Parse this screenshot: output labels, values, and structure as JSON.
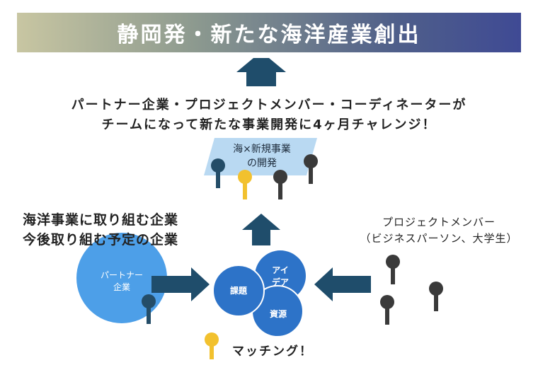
{
  "banner": {
    "title": "静岡発・新たな海洋産業創出"
  },
  "caption": {
    "line1": "パートナー企業・プロジェクトメンバー・コーディネーターが",
    "line2": "チームになって新たな事業開発に4ヶ月チャレンジ！"
  },
  "goal": {
    "line1": "海×新規事業",
    "line2": "の開発"
  },
  "companies": {
    "line1": "海洋事業に取り組む企業",
    "line2": "今後取り組む予定の企業"
  },
  "partner": {
    "line1": "パートナー",
    "line2": "企業"
  },
  "members": {
    "line1": "プロジェクトメンバー",
    "line2": "（ビジネスパーソン、大学生）"
  },
  "circles": {
    "issue": "課題",
    "idea_line1": "アイ",
    "idea_line2": "デア",
    "resource": "資源"
  },
  "matching": "マッチング！",
  "colors": {
    "navy": "#1f4d6b",
    "circle_blue": "#2d73c8",
    "partner_blue": "#4d9fe8",
    "pin_dark": "#3a3a3a",
    "pin_yellow": "#f2c12e",
    "pin_blue": "#244d68",
    "goal_panel": "#b9d9f2"
  }
}
